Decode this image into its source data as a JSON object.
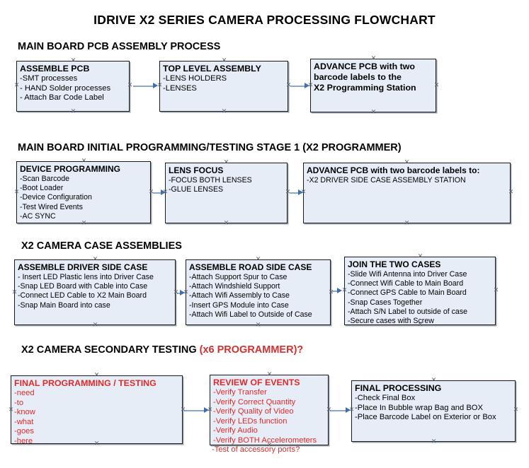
{
  "document": {
    "title": "IDRIVE X2  SERIES CAMERA PROCESSING FLOWCHART"
  },
  "colors": {
    "box_fill": "#e7edf7",
    "box_border": "#1a1a1a",
    "connector": "#8aa9c9",
    "arrowhead": "#3f6fad",
    "accent_red": "#e02a2a",
    "text": "#000000"
  },
  "sections": [
    {
      "id": "main-board-pcb-assembly-process",
      "heading": "MAIN BOARD PCB ASSEMBLY PROCESS",
      "heading_accent": "",
      "boxes": [
        {
          "id": "assemble-pcb",
          "title": "ASSEMBLE PCB",
          "items": [
            "-SMT processes",
            "- HAND Solder processes",
            "- Attach Bar Code Label"
          ]
        },
        {
          "id": "top-level-assembly",
          "title": "TOP LEVEL ASSEMBLY",
          "items": [
            "-LENS HOLDERS",
            "-LENSES"
          ]
        },
        {
          "id": "advance-pcb-programming-station",
          "title": "ADVANCE PCB with two",
          "items": [
            "barcode labels to the",
            " X2 Programming Station"
          ]
        }
      ]
    },
    {
      "id": "main-board-initial-programming",
      "heading": "MAIN BOARD INITIAL PROGRAMMING/TESTING STAGE 1 (X2 PROGRAMMER)",
      "heading_accent": "",
      "boxes": [
        {
          "id": "device-programming",
          "title": "DEVICE PROGRAMMING",
          "items": [
            "-Scan Barcode",
            "-Boot Loader",
            "-Device Configuration",
            "-Test Wired Events",
            "-AC SYNC"
          ]
        },
        {
          "id": "lens-focus",
          "title": "LENS FOCUS",
          "items": [
            "-FOCUS BOTH LENSES",
            "-GLUE LENSES"
          ]
        },
        {
          "id": "advance-pcb-driver-side-case",
          "title": "ADVANCE PCB with two barcode labels to:",
          "items": [
            "-X2 DRIVER  SIDE  CASE  ASSEMBLY STATION"
          ]
        }
      ]
    },
    {
      "id": "x2-camera-case-assemblies",
      "heading": "X2 CAMERA CASE ASSEMBLIES",
      "heading_accent": "",
      "boxes": [
        {
          "id": "assemble-driver-side-case",
          "title": "ASSEMBLE DRIVER SIDE CASE",
          "items": [
            "- Insert LED Plastic lens into Driver Case",
            "-Snap LED Board with Cable into Case",
            "-Connect LED Cable to X2 Main Board",
            "-Snap Main Board into case"
          ]
        },
        {
          "id": "assemble-road-side-case",
          "title": "ASSEMBLE ROAD SIDE CASE",
          "items": [
            "-Attach Support Spur to Case",
            "-Attach Windshield Support",
            "-Attach Wifi Assembly to Case",
            "-Insert GPS Module into Case",
            "-Attach Wifi Label to Outside of Case"
          ]
        },
        {
          "id": "join-the-two-cases",
          "title": "JOIN THE TWO CASES",
          "items": [
            "-Slide Wifi Antenna into Driver Case",
            "-Connect Wifi Cable to Main Board",
            "-Connect GPS Cable to Main Board",
            "-Snap Cases Together",
            "-Attach S/N Label to outside of case",
            "-Secure cases with Screw"
          ]
        }
      ]
    },
    {
      "id": "x2-camera-secondary-testing",
      "heading": "X2 CAMERA SECONDARY TESTING ",
      "heading_accent": "(x6 PROGRAMMER)?",
      "boxes": [
        {
          "id": "final-programming-testing",
          "title": "FINAL PROGRAMMING / TESTING",
          "items": [
            "-need",
            "-to",
            "-know",
            "-what",
            "-goes",
            "-here"
          ]
        },
        {
          "id": "review-of-events",
          "title": "REVIEW OF EVENTS",
          "items": [
            "-Verify Transfer",
            "-Verify Correct Quantity",
            "-Verify Quality of Video",
            "-Verify LEDs function",
            "-Verify Audio",
            "-Verify BOTH Accelerometers"
          ],
          "overflow_item": "-Test of accessory ports?"
        },
        {
          "id": "final-processing",
          "title": "FINAL PROCESSING",
          "items": [
            " -Check Final Box",
            "-Place In Bubble wrap Bag and BOX",
            "-Place Barcode Label on Exterior or Box"
          ]
        }
      ]
    }
  ],
  "connectors": [
    {
      "id": "conn-assemble-pcb-to-top-level"
    },
    {
      "id": "conn-top-level-to-advance-pcb"
    },
    {
      "id": "conn-device-programming-to-lens-focus"
    },
    {
      "id": "conn-lens-focus-to-advance-pcb"
    },
    {
      "id": "conn-driver-case-to-road-case"
    },
    {
      "id": "conn-road-case-to-join-cases"
    },
    {
      "id": "conn-final-programming-to-review"
    },
    {
      "id": "conn-review-to-final-processing"
    }
  ],
  "handle_glyph": "✕"
}
